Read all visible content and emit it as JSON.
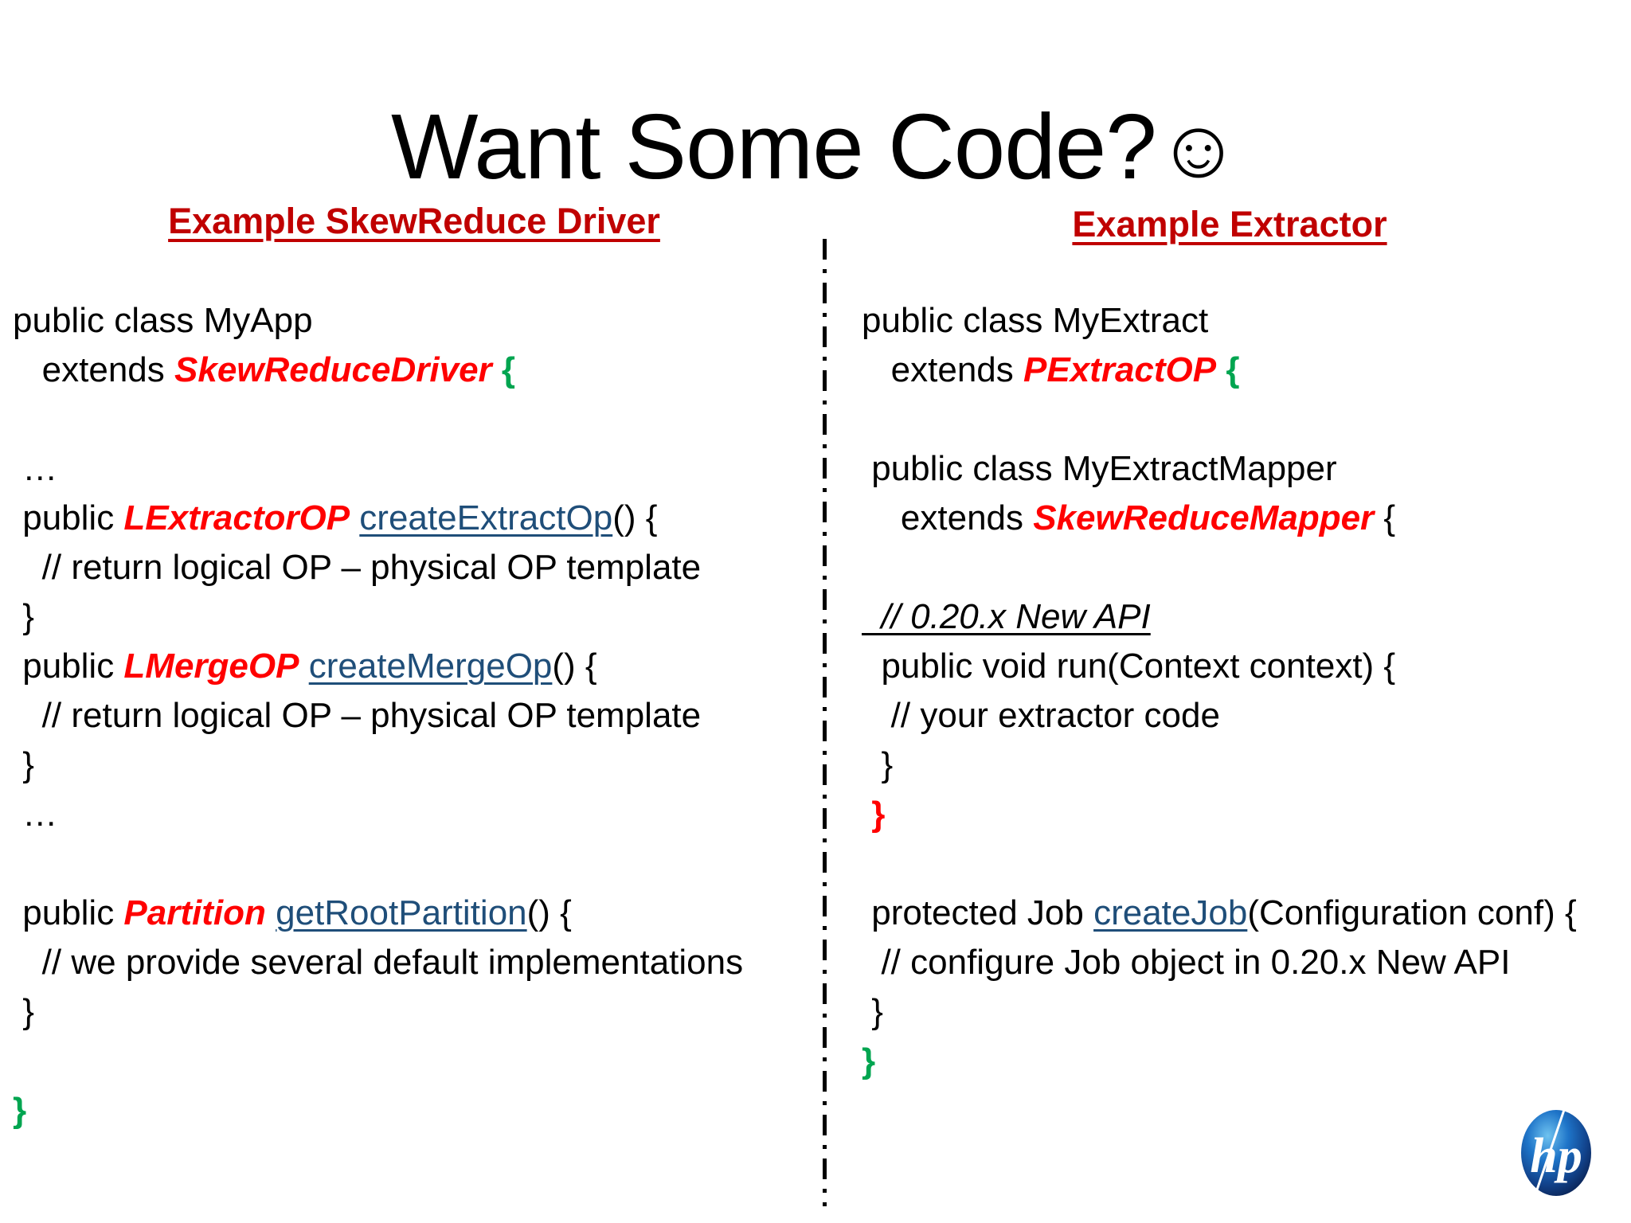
{
  "slide": {
    "title_text": "Want Some Code?",
    "title_smiley": "☺"
  },
  "columns": {
    "left": {
      "heading": "Example SkewReduce Driver",
      "lines": [
        {
          "tokens": [
            {
              "t": "public class MyApp",
              "s": "plain"
            }
          ]
        },
        {
          "tokens": [
            {
              "t": "   extends ",
              "s": "plain"
            },
            {
              "t": "SkewReduceDriver",
              "s": "red"
            },
            {
              "t": " ",
              "s": "plain"
            },
            {
              "t": "{",
              "s": "green"
            }
          ]
        },
        {
          "tokens": [
            {
              "t": "",
              "s": "plain"
            }
          ]
        },
        {
          "tokens": [
            {
              "t": " …",
              "s": "plain"
            }
          ]
        },
        {
          "tokens": [
            {
              "t": " public ",
              "s": "plain"
            },
            {
              "t": "LExtractorOP",
              "s": "red"
            },
            {
              "t": " ",
              "s": "plain"
            },
            {
              "t": "createExtractOp",
              "s": "link"
            },
            {
              "t": "() {",
              "s": "plain"
            }
          ]
        },
        {
          "tokens": [
            {
              "t": "   // return logical OP – physical OP template",
              "s": "plain"
            }
          ]
        },
        {
          "tokens": [
            {
              "t": " }",
              "s": "plain"
            }
          ]
        },
        {
          "tokens": [
            {
              "t": " public ",
              "s": "plain"
            },
            {
              "t": "LMergeOP",
              "s": "red"
            },
            {
              "t": " ",
              "s": "plain"
            },
            {
              "t": "createMergeOp",
              "s": "link"
            },
            {
              "t": "() {",
              "s": "plain"
            }
          ]
        },
        {
          "tokens": [
            {
              "t": "   // return logical OP – physical OP template",
              "s": "plain"
            }
          ]
        },
        {
          "tokens": [
            {
              "t": " }",
              "s": "plain"
            }
          ]
        },
        {
          "tokens": [
            {
              "t": " …",
              "s": "plain"
            }
          ]
        },
        {
          "tokens": [
            {
              "t": "",
              "s": "plain"
            }
          ]
        },
        {
          "tokens": [
            {
              "t": " public ",
              "s": "plain"
            },
            {
              "t": "Partition",
              "s": "red"
            },
            {
              "t": " ",
              "s": "plain"
            },
            {
              "t": "getRootPartition",
              "s": "link"
            },
            {
              "t": "() {",
              "s": "plain"
            }
          ]
        },
        {
          "tokens": [
            {
              "t": "   // we provide several default implementations",
              "s": "plain"
            }
          ]
        },
        {
          "tokens": [
            {
              "t": " }",
              "s": "plain"
            }
          ]
        },
        {
          "tokens": [
            {
              "t": "",
              "s": "plain"
            }
          ]
        },
        {
          "tokens": [
            {
              "t": "}",
              "s": "green"
            }
          ]
        }
      ]
    },
    "right": {
      "heading": "Example Extractor",
      "lines": [
        {
          "tokens": [
            {
              "t": "public class MyExtract",
              "s": "plain"
            }
          ]
        },
        {
          "tokens": [
            {
              "t": "   extends ",
              "s": "plain"
            },
            {
              "t": "PExtractOP",
              "s": "red"
            },
            {
              "t": " ",
              "s": "plain"
            },
            {
              "t": "{",
              "s": "green"
            }
          ]
        },
        {
          "tokens": [
            {
              "t": "",
              "s": "plain"
            }
          ]
        },
        {
          "tokens": [
            {
              "t": " public class MyExtractMapper",
              "s": "plain"
            }
          ]
        },
        {
          "tokens": [
            {
              "t": "    extends ",
              "s": "plain"
            },
            {
              "t": "SkewReduceMapper",
              "s": "red"
            },
            {
              "t": " {",
              "s": "plain"
            }
          ]
        },
        {
          "tokens": [
            {
              "t": "",
              "s": "plain"
            }
          ]
        },
        {
          "tokens": [
            {
              "t": "  // 0.20.x New API",
              "s": "underline-italic"
            }
          ]
        },
        {
          "tokens": [
            {
              "t": "  public void run(Context context) {",
              "s": "plain"
            }
          ]
        },
        {
          "tokens": [
            {
              "t": "   // your extractor code",
              "s": "plain"
            }
          ]
        },
        {
          "tokens": [
            {
              "t": "  }",
              "s": "plain"
            }
          ]
        },
        {
          "tokens": [
            {
              "t": " }",
              "s": "redbrace"
            }
          ]
        },
        {
          "tokens": [
            {
              "t": "",
              "s": "plain"
            }
          ]
        },
        {
          "tokens": [
            {
              "t": " protected Job ",
              "s": "plain"
            },
            {
              "t": "createJob",
              "s": "link"
            },
            {
              "t": "(Configuration conf) {",
              "s": "plain"
            }
          ]
        },
        {
          "tokens": [
            {
              "t": "  // configure Job object in 0.20.x New API",
              "s": "plain"
            }
          ]
        },
        {
          "tokens": [
            {
              "t": " }",
              "s": "plain"
            }
          ]
        },
        {
          "tokens": [
            {
              "t": "}",
              "s": "green"
            }
          ]
        }
      ]
    }
  },
  "branding": {
    "logo_label": "hp",
    "logo_color": "#1A5FAE"
  }
}
